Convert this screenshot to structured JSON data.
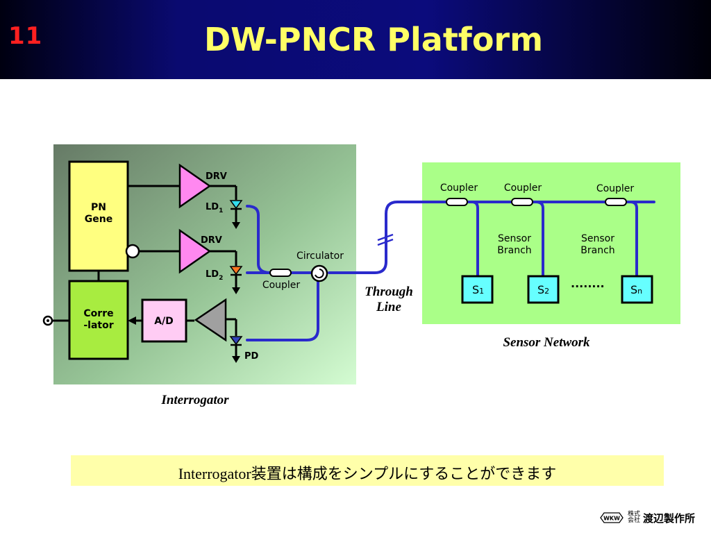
{
  "slide": {
    "number": "11",
    "title": "DW-PNCR Platform"
  },
  "interrogator": {
    "caption": "Interrogator",
    "pn_gene": [
      "PN",
      "Gene"
    ],
    "correlator": [
      "Corre",
      "-lator"
    ],
    "ad": "A/D",
    "drv1": "DRV",
    "drv2": "DRV",
    "ld1": {
      "base": "LD",
      "sub": "1"
    },
    "ld2": {
      "base": "LD",
      "sub": "2"
    },
    "pd": "PD",
    "coupler": "Coupler",
    "circulator": "Circulator"
  },
  "through_line": [
    "Through",
    "Line"
  ],
  "sensor_network": {
    "caption": "Sensor Network",
    "couplers": [
      "Coupler",
      "Coupler",
      "Coupler"
    ],
    "branch1": [
      "Sensor",
      "Branch"
    ],
    "branch2": [
      "Sensor",
      "Branch"
    ],
    "sensors": [
      {
        "base": "S",
        "sub": "1"
      },
      {
        "base": "S",
        "sub": "2"
      },
      {
        "base": "S",
        "sub": "n"
      }
    ],
    "dots": "........"
  },
  "note": "Interrogator装置は構成をシンプルにすることができます",
  "logo": {
    "mark": "WKW",
    "small": [
      "株式",
      "会社"
    ],
    "name": "渡辺製作所"
  },
  "colors": {
    "header_title": "#ffff66",
    "slide_number": "#ff2020",
    "fiber": "#2a2acc",
    "pn_gene_fill": "#ffff80",
    "correlator_fill": "#a8ec40",
    "ad_fill": "#ffccf4",
    "drv_fill": "#ff88f0",
    "sensor_fill": "#66ffff",
    "network_bg": "#aaff88",
    "note_bg": "#ffffaa"
  }
}
